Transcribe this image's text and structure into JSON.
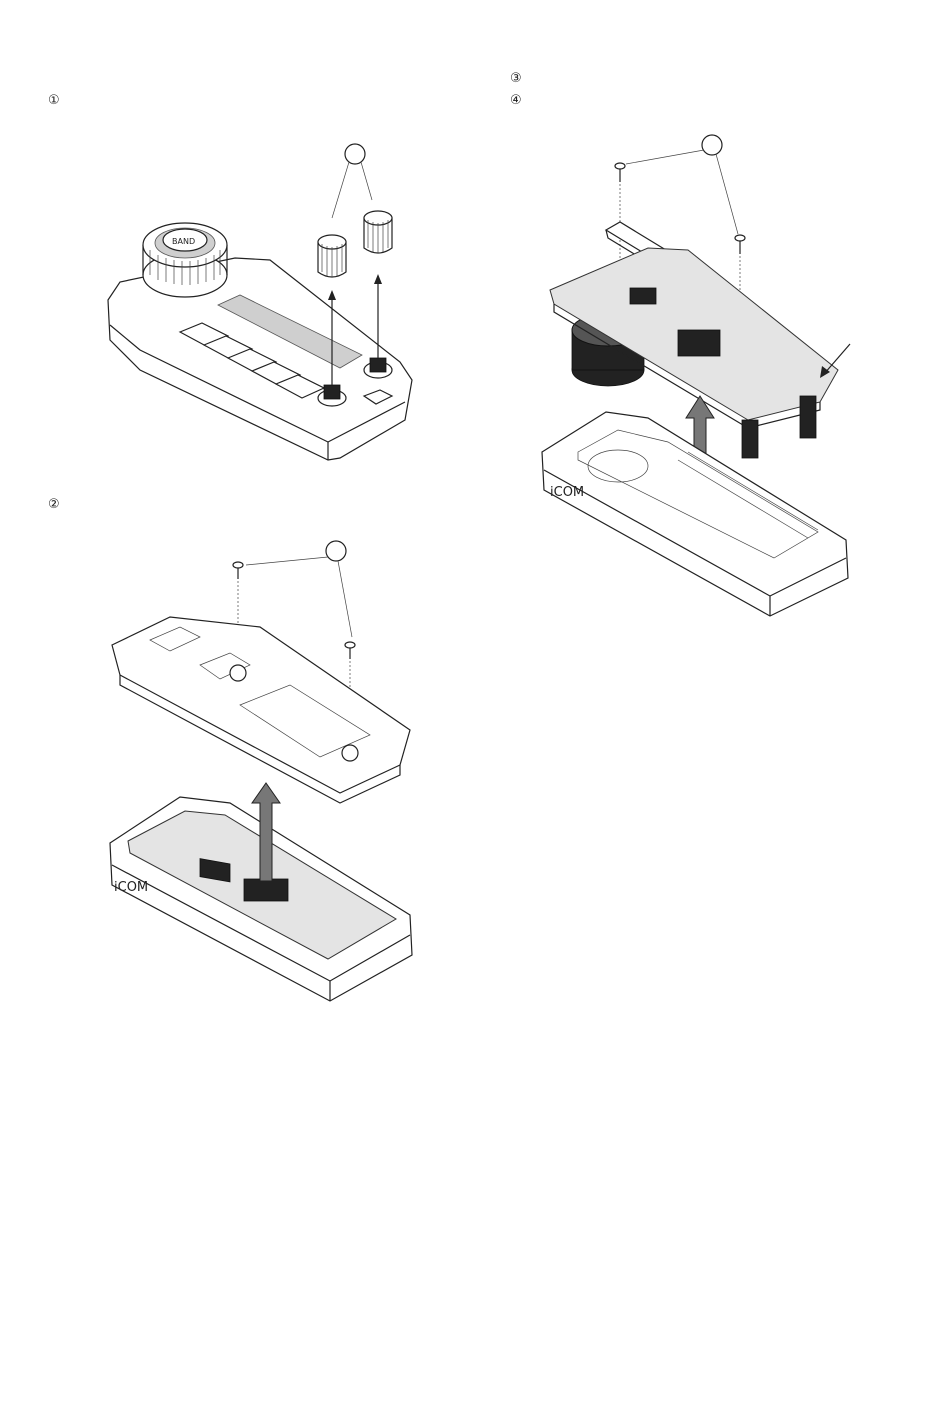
{
  "steps": [
    {
      "marker": "①"
    },
    {
      "marker": "②"
    },
    {
      "marker": "③"
    },
    {
      "marker": "④"
    }
  ],
  "figures": {
    "front_panel": {
      "knob_label": "BAND"
    },
    "rear_cover": {
      "case_logo": "iCOM"
    },
    "pcb_removal": {
      "case_logo": "iCOM"
    }
  },
  "colors": {
    "line": "#222222",
    "fill_grey": "#cfcfcf",
    "pcb": "#e4e4e4",
    "dark": "#222222"
  }
}
